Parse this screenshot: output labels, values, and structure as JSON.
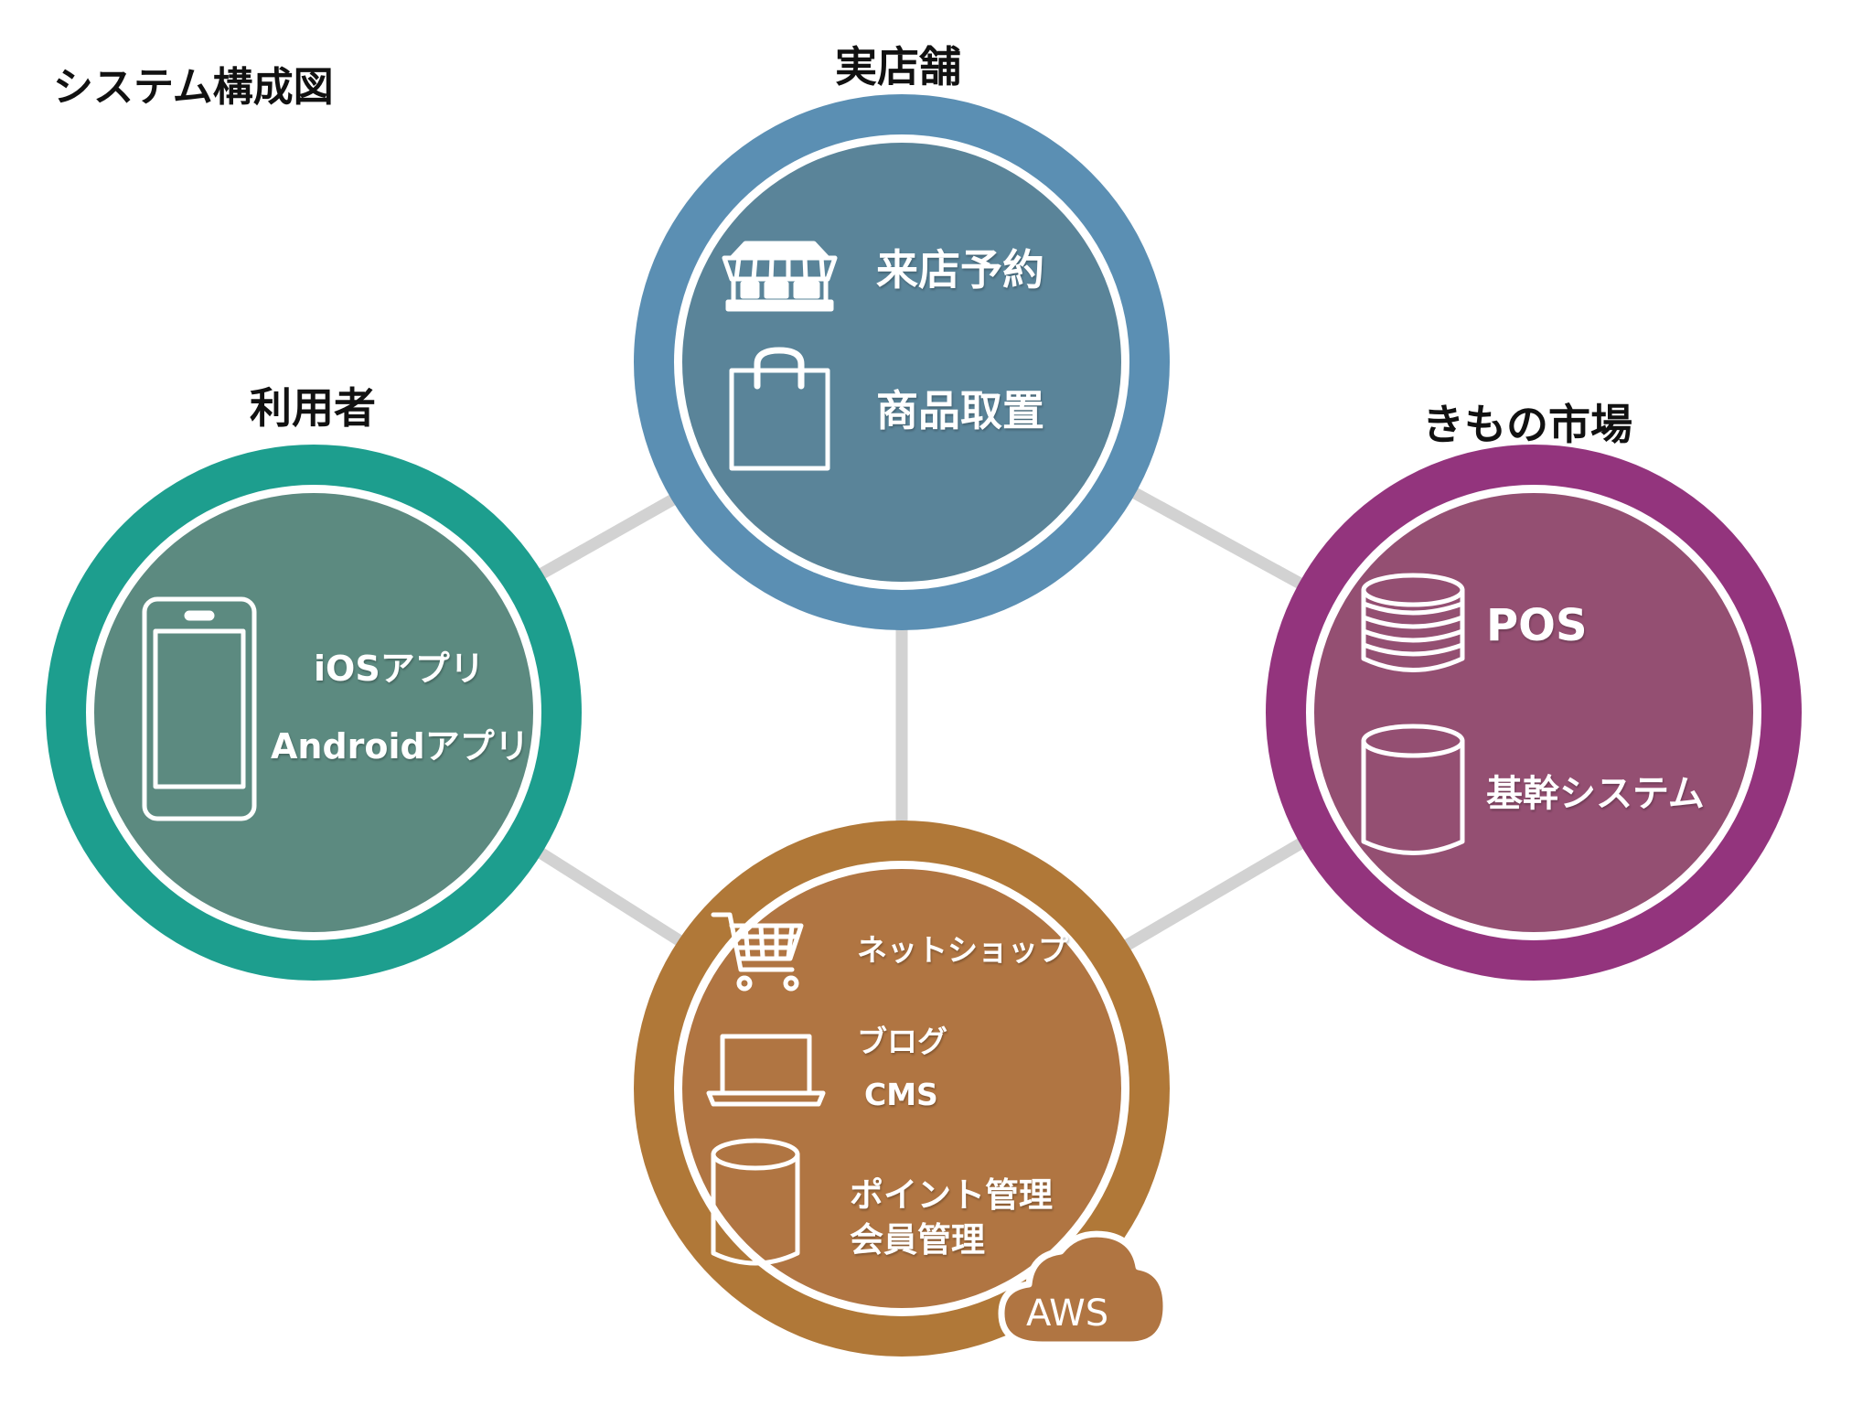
{
  "title": "システム構成図",
  "colors": {
    "store_ring": "#5b8fb3",
    "store_fill": "#5a8499",
    "user_ring": "#1d9e8e",
    "user_fill": "#5c8a80",
    "kimono_ring": "#93347d",
    "kimono_fill": "#944f72",
    "cloud_ring": "#b07838",
    "cloud_fill": "#b07542",
    "connector": "#d2d2d2"
  },
  "store": {
    "heading": "実店舗",
    "items": [
      {
        "icon": "storefront-icon",
        "label": "来店予約"
      },
      {
        "icon": "shopping-bag-icon",
        "label": "商品取置"
      }
    ]
  },
  "user": {
    "heading": "利用者",
    "icon": "smartphone-icon",
    "items": [
      "iOSアプリ",
      "Androidアプリ"
    ]
  },
  "kimono": {
    "heading": "きもの市場",
    "items": [
      {
        "icon": "database-stack-icon",
        "label": "POS"
      },
      {
        "icon": "database-icon",
        "label": "基幹システム"
      }
    ]
  },
  "cloud": {
    "items": [
      {
        "icon": "shopping-cart-icon",
        "label": "ネットショップ"
      },
      {
        "icon": "laptop-icon",
        "lines": [
          "ブログ",
          "CMS"
        ]
      },
      {
        "icon": "database-icon",
        "lines": [
          "ポイント管理",
          "会員管理"
        ]
      }
    ],
    "badge": "AWS"
  }
}
